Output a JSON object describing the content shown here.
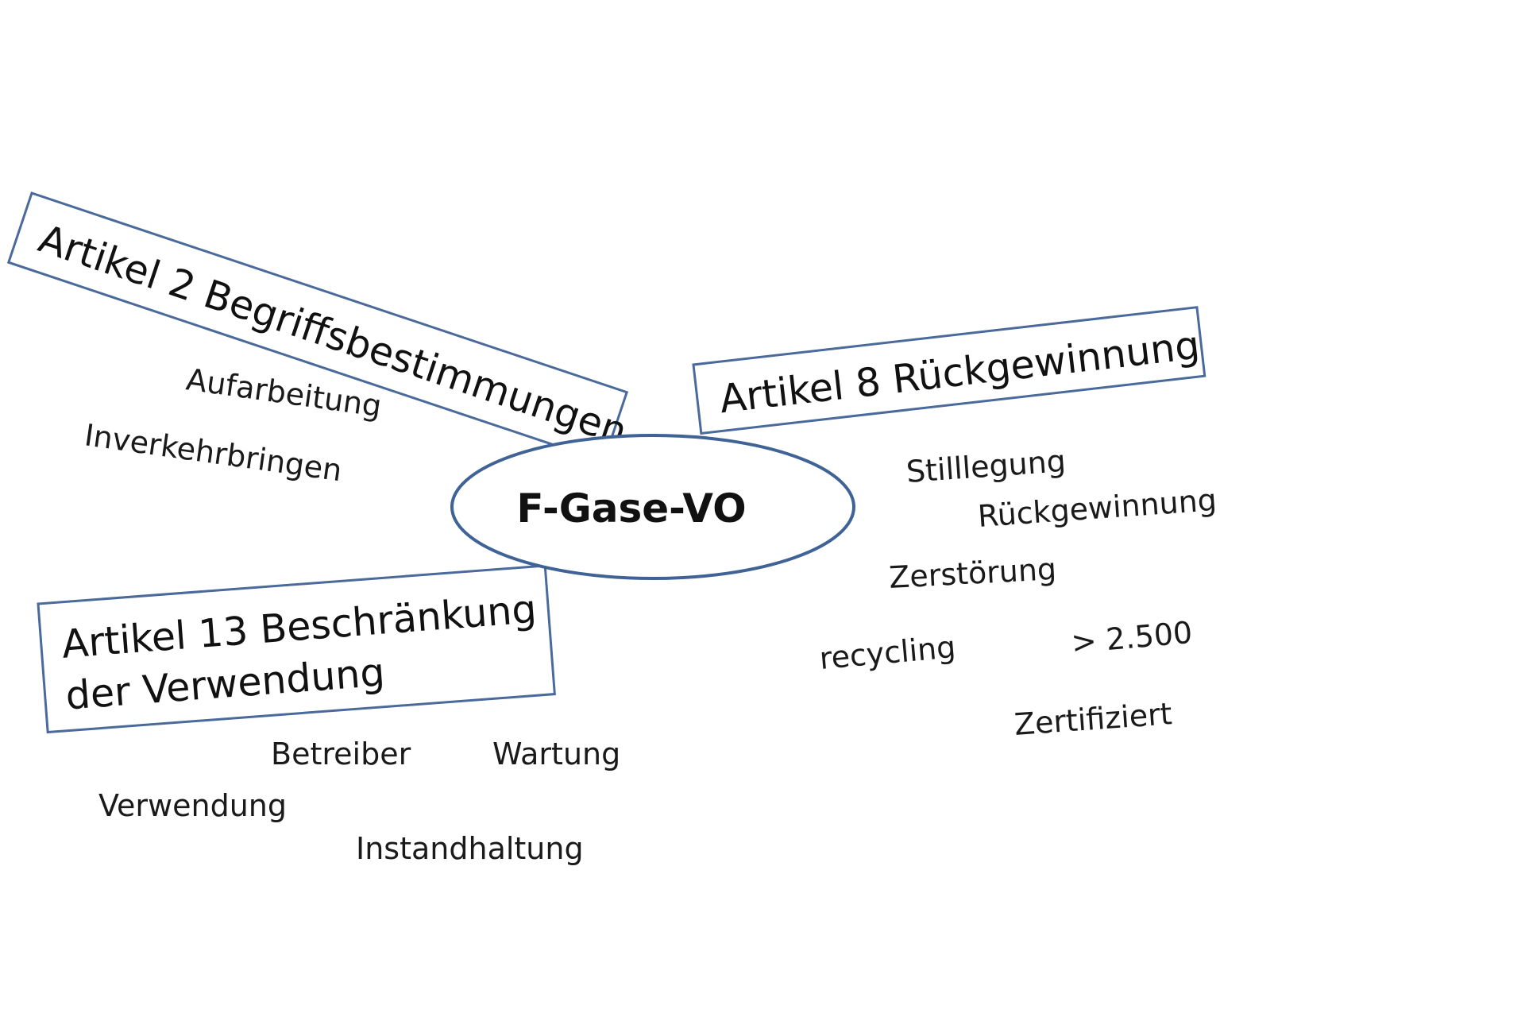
{
  "center": {
    "label": "F-Gase-VO"
  },
  "branches": {
    "artikel2": {
      "title": "Artikel 2 Begriffsbestimmungen",
      "terms": [
        "Aufarbeitung",
        "Inverkehrbringen"
      ]
    },
    "artikel8": {
      "title": "Artikel 8 Rückgewinnung",
      "terms": [
        "Stilllegung",
        "Rückgewinnung",
        "Zerstörung",
        "recycling",
        "> 2.500",
        "Zertifiziert"
      ]
    },
    "artikel13": {
      "title_line1": "Artikel 13 Beschränkung",
      "title_line2": "der Verwendung",
      "terms": [
        "Betreiber",
        "Wartung",
        "Verwendung",
        "Instandhaltung"
      ]
    }
  },
  "colors": {
    "outline": "#4a6a9c",
    "text": "#111111"
  }
}
